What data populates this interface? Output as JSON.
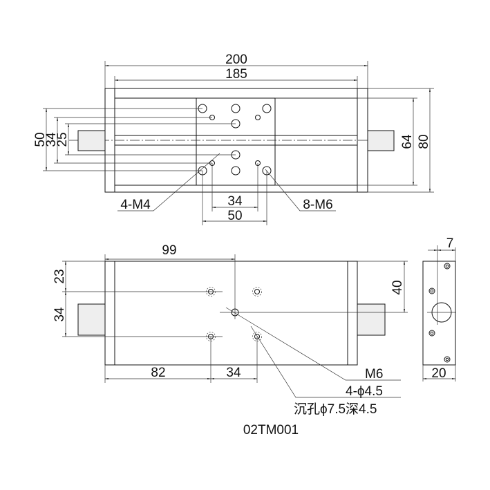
{
  "drawing": {
    "model": "02TM001",
    "top_view": {
      "dims": {
        "overall_length": "200",
        "rail_length": "185",
        "height_50": "50",
        "height_34": "34",
        "height_25": "25",
        "width_64": "64",
        "width_80": "80",
        "pitch_34": "34",
        "pitch_50": "50"
      },
      "callouts": {
        "m4": "4-M4",
        "m6": "8-M6"
      }
    },
    "front_view": {
      "dims": {
        "d99": "99",
        "d23": "23",
        "d34_left": "34",
        "d82": "82",
        "d34_bottom": "34",
        "d40": "40"
      },
      "callouts": {
        "m6": "M6",
        "holes": "4-ϕ4.5",
        "counterbore": "沉孔ϕ7.5深4.5"
      }
    },
    "end_view": {
      "dims": {
        "d7": "7",
        "d20": "20"
      }
    }
  }
}
